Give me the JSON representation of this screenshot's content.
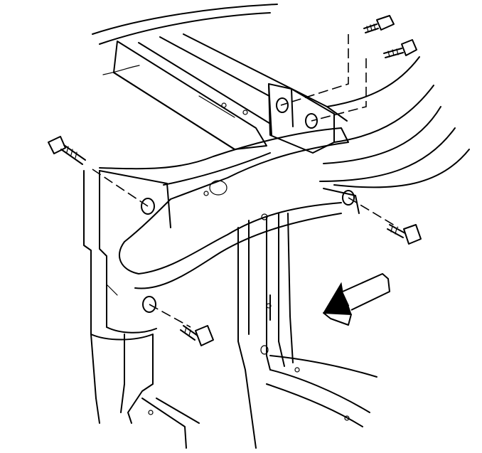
{
  "diagram": {
    "labels": [],
    "parts": [
      {
        "name": "upper-bolt-left"
      },
      {
        "name": "upper-bolt-right"
      },
      {
        "name": "left-bolt-upper"
      },
      {
        "name": "left-bolt-lower"
      },
      {
        "name": "right-bolt"
      },
      {
        "name": "radiator-support-brace"
      },
      {
        "name": "front-direction-arrow"
      }
    ]
  }
}
